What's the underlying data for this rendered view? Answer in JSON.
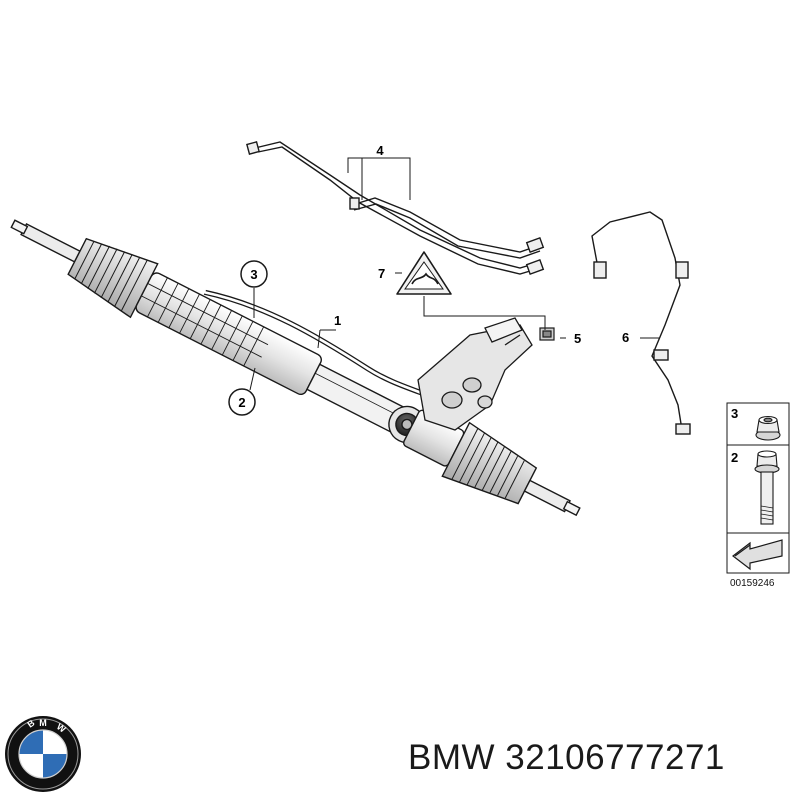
{
  "diagram": {
    "callouts": [
      {
        "id": "1",
        "label": "1"
      },
      {
        "id": "2",
        "label": "2"
      },
      {
        "id": "3",
        "label": "3"
      },
      {
        "id": "4",
        "label": "4"
      },
      {
        "id": "5",
        "label": "5"
      },
      {
        "id": "6",
        "label": "6"
      },
      {
        "id": "7",
        "label": "7"
      }
    ],
    "legend": {
      "items": [
        {
          "label": "3",
          "icon": "flange-nut-icon"
        },
        {
          "label": "2",
          "icon": "flange-bolt-icon"
        }
      ],
      "direction_icon": "forward-arrow-icon"
    },
    "drawing_number": "00159246"
  },
  "brand": {
    "logo": "bmw-roundel-logo",
    "logo_text": "BMW"
  },
  "footer": {
    "part_number": "BMW 32106777271"
  },
  "colors": {
    "line": "#1a1a1a",
    "rack_body": "#e9e9e9",
    "boot": "#d6d6d6",
    "logo_blue": "#2f6db5",
    "logo_black": "#111111"
  }
}
